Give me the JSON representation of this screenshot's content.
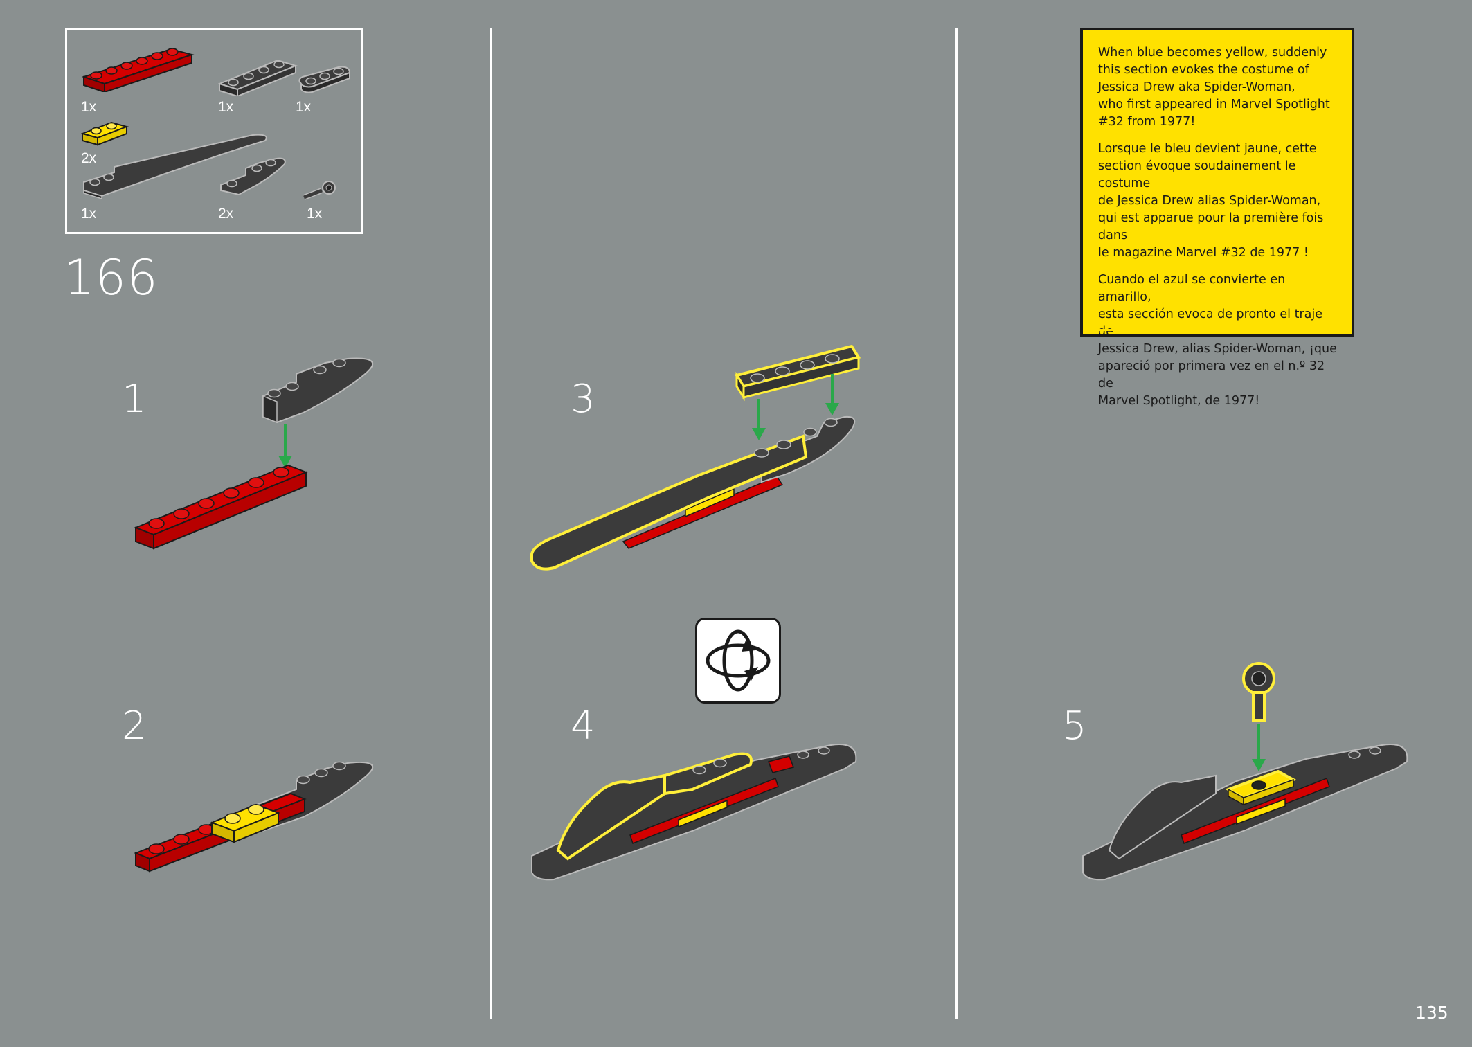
{
  "parts_list": {
    "items": [
      {
        "name": "red-plate-1x6",
        "qty": "1x",
        "color": "#d40000"
      },
      {
        "name": "dark-grey-plate-1x4",
        "qty": "1x",
        "color": "#3b3b3b"
      },
      {
        "name": "dark-grey-plate-rounded-1x3",
        "qty": "1x",
        "color": "#3b3b3b"
      },
      {
        "name": "yellow-plate-1x2",
        "qty": "2x",
        "color": "#ffe100"
      },
      {
        "name": "dark-grey-curved-slope-long",
        "qty": "1x",
        "color": "#3b3b3b"
      },
      {
        "name": "dark-grey-curved-slope-short",
        "qty": "2x",
        "color": "#3b3b3b"
      },
      {
        "name": "dark-grey-bar-holder-clip",
        "qty": "1x",
        "color": "#3b3b3b"
      }
    ]
  },
  "main_step": "166",
  "substeps": [
    "1",
    "2",
    "3",
    "4",
    "5"
  ],
  "info": {
    "en": "When blue becomes yellow, suddenly\nthis section evokes the costume of\nJessica Drew aka Spider-Woman,\nwho first appeared in Marvel Spotlight\n#32 from 1977!",
    "fr": "Lorsque le bleu devient jaune, cette\nsection évoque soudainement le costume\nde Jessica Drew alias Spider-Woman,\nqui est apparue pour la première fois dans\nle magazine Marvel #32 de 1977 !",
    "es": "Cuando el azul se convierte en amarillo,\nesta sección evoca de pronto el traje de\nJessica Drew, alias Spider-Woman, ¡que\napareció por primera vez en el n.º 32 de\nMarvel Spotlight, de 1977!"
  },
  "icons": {
    "rotate": "rotate-model-icon",
    "arrow": "green-down-arrow-icon"
  },
  "colors": {
    "background": "#8a9090",
    "red": "#d40000",
    "dark_grey": "#3b3b3b",
    "yellow": "#ffe100",
    "highlight": "#ffef3a",
    "arrow": "#2aa84a"
  },
  "page_number": "135"
}
